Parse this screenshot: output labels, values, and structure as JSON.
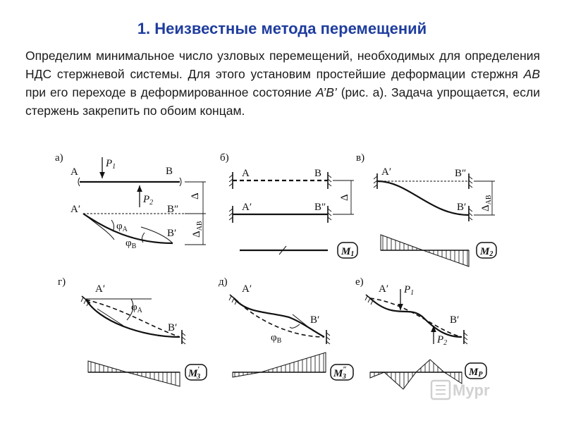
{
  "title": "1. Неизвестные метода перемещений",
  "paragraph": {
    "part1": "Определим минимальное число узловых перемещений, необходимых для  определения НДС стержневой системы. Для этого установим простейшие деформации стержня ",
    "ab": "АВ",
    "part2": " при его переходе в деформированное состояние ",
    "ab_prime": "А’В’",
    "part3": " (рис. а). Задача упрощается, если стержень закрепить по обоим концам."
  },
  "panels": {
    "a": {
      "label": "а)",
      "A": "А",
      "B": "В",
      "A_prime": "А′",
      "B_dprime": "В″",
      "B_prime": "В′",
      "P1": "P",
      "P1_sub": "1",
      "P2": "P",
      "P2_sub": "2",
      "delta": "Δ",
      "delta_ab": "Δ",
      "delta_ab_sub": "АВ",
      "phiA": "φ",
      "phiA_sub": "А",
      "phiB": "φ",
      "phiB_sub": "В"
    },
    "b": {
      "label": "б)",
      "A": "А",
      "B": "В",
      "A_prime": "А′",
      "B_dprime": "В″",
      "delta": "Δ",
      "moment": "M",
      "moment_sub": "1"
    },
    "v": {
      "label": "в)",
      "A_prime": "А′",
      "B_dprime": "В″",
      "B_prime": "В′",
      "delta_ab": "Δ",
      "delta_ab_sub": "АВ",
      "moment": "M",
      "moment_sub": "2"
    },
    "g": {
      "label": "г)",
      "A_prime": "А′",
      "B_prime": "В′",
      "phiA": "φ",
      "phiA_sub": "А",
      "moment": "M",
      "moment_sup": "′",
      "moment_sub": "3"
    },
    "d": {
      "label": "д)",
      "A_prime": "А′",
      "B_prime": "В′",
      "phiB": "φ",
      "phiB_sub": "В",
      "moment": "M",
      "moment_sup": "″",
      "moment_sub": "3"
    },
    "e": {
      "label": "е)",
      "A_prime": "А′",
      "B_prime": "В′",
      "P1": "P",
      "P1_sub": "1",
      "P2": "P",
      "P2_sub": "2",
      "moment": "M",
      "moment_sub": "P"
    }
  },
  "watermark": "Mypr"
}
